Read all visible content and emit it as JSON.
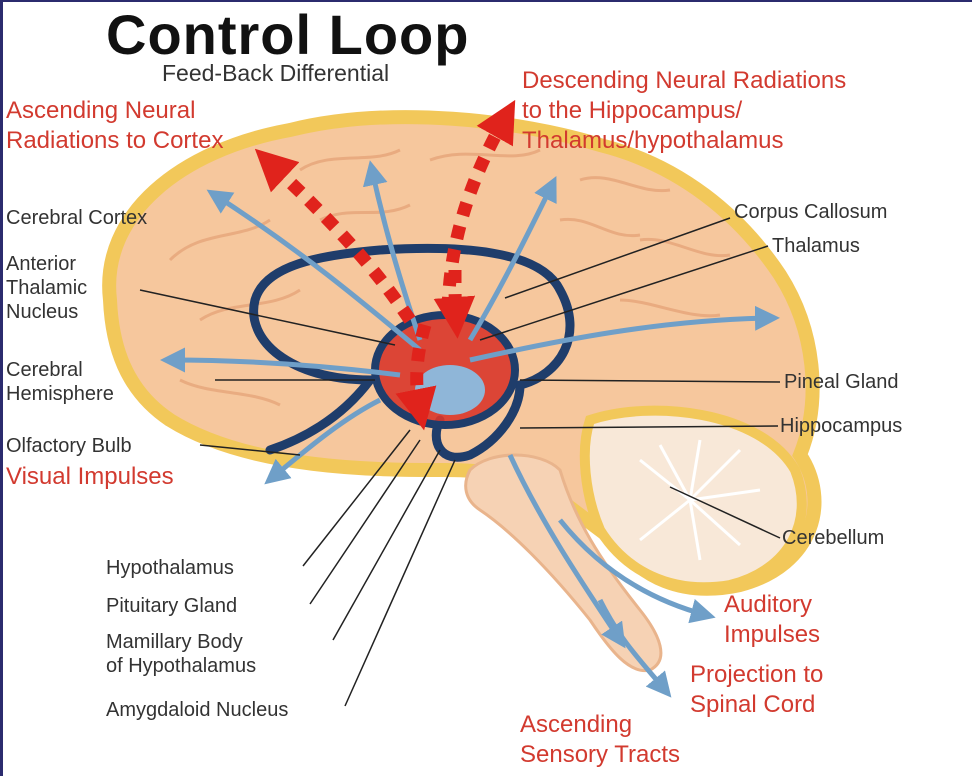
{
  "title": "Control Loop",
  "subtitle": "Feed-Back Differential",
  "colors": {
    "brain_fill": "#f6c79d",
    "brain_outline": "#f2c85a",
    "loop_stroke": "#1f3d6b",
    "arrow_blue": "#6f9fc8",
    "arrow_red": "#e0231c",
    "label_red": "#d23a2f"
  },
  "labels": {
    "ascending_neural": [
      "Ascending Neural",
      "Radiations to Cortex"
    ],
    "descending_neural": [
      "Descending Neural Radiations",
      "to the Hippocampus/",
      "Thalamus/hypothalamus"
    ],
    "cerebral_cortex": "Cerebral Cortex",
    "anterior_thalamic": [
      "Anterior",
      "Thalamic",
      "Nucleus"
    ],
    "cerebral_hemisphere": [
      "Cerebral",
      "Hemisphere"
    ],
    "olfactory_bulb": "Olfactory Bulb",
    "visual_impulses": "Visual Impulses",
    "corpus_callosum": "Corpus Callosum",
    "thalamus": "Thalamus",
    "pineal_gland": "Pineal Gland",
    "hippocampus": "Hippocampus",
    "cerebellum": "Cerebellum",
    "hypothalamus": "Hypothalamus",
    "pituitary_gland": "Pituitary Gland",
    "mamillary_body": [
      "Mamillary Body",
      "of Hypothalamus"
    ],
    "amygdaloid_nucleus": "Amygdaloid Nucleus",
    "auditory_impulses": [
      "Auditory",
      "Impulses"
    ],
    "projection_spinal": [
      "Projection to",
      "Spinal Cord"
    ],
    "ascending_sensory": [
      "Ascending",
      "Sensory Tracts"
    ]
  }
}
